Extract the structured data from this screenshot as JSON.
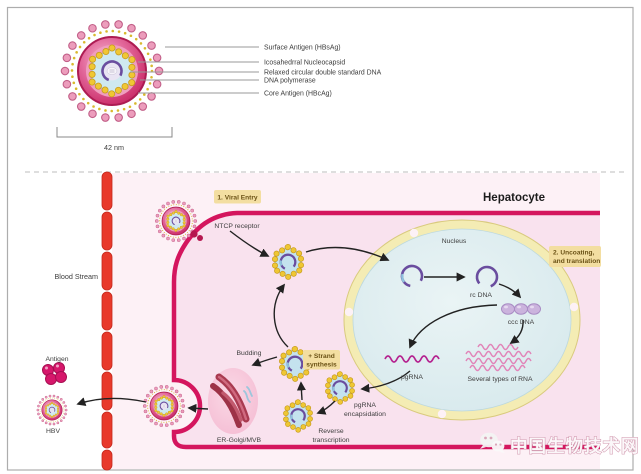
{
  "virus_structure": {
    "labels": {
      "surface_antigen": "Surface Antigen (HBsAg)",
      "nucleocapsid": "Icosahedrral Nucleocapsid",
      "dna": "Relaxed circular double standard DNA",
      "polymerase": "DNA polymerase",
      "core_antigen": "Core Antigen (HBcAg)"
    },
    "size_label": "42 nm"
  },
  "life_cycle": {
    "cell_title": "Hepatocyte",
    "blood_stream_label": "Blood Stream",
    "steps": {
      "viral_entry": "1. Viral Entry",
      "uncoating_line1": "2. Uncoating,",
      "uncoating_line2": "and translation",
      "strand_line1": "+ Strand",
      "strand_line2": "synthesis"
    },
    "labels": {
      "ntcp": "NTCP receptor",
      "nucleus": "Nucleus",
      "rc_dna": "rc DNA",
      "ccc_dna": "ccc DNA",
      "pgrna": "pgRNA",
      "rna_types": "Several types of RNA",
      "budding": "Budding",
      "encapsidation_line1": "pgRNA",
      "encapsidation_line2": "encapsidation",
      "reverse_line1": "Reverse",
      "reverse_line2": "transcription",
      "er_golgi": "ER-Golgi/MVB",
      "antigen": "Antigen",
      "hbv": "HBV"
    }
  },
  "watermark": {
    "text": "中国生物技术网",
    "icon": "wechat-icon"
  },
  "colors": {
    "cell_border": "#d4165e",
    "cell_fill": "#f9e2ee",
    "panel_fill": "#fdf1f6",
    "vessel_red": "#e8392b",
    "nucleus_fill": "#ddeef0",
    "nuclear_envelope": "#f4ecb4",
    "capsid_gold": "#efc733",
    "envelope_magenta": "#c92865",
    "dna_purple": "#6a4d9f",
    "pgrna_magenta": "#b52390",
    "rna_pink": "#e184b8",
    "step_label_bg": "#f3dea1"
  }
}
